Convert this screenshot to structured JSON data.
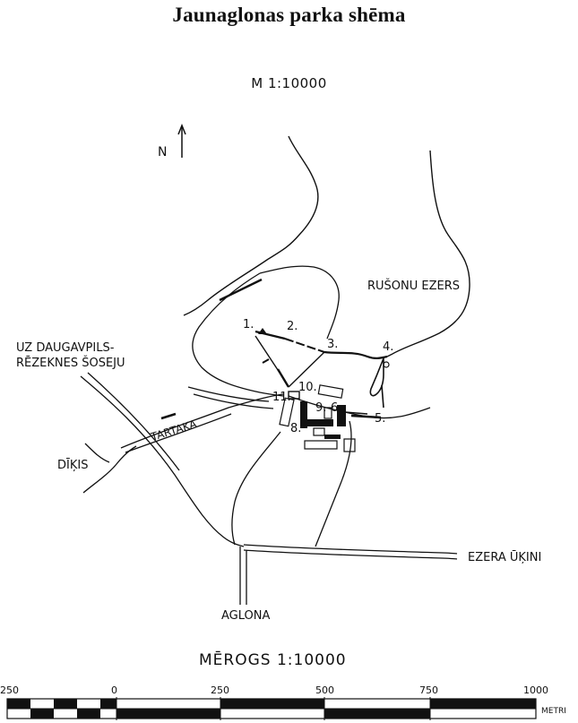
{
  "map": {
    "title": "Jaunaglonas parka shēma",
    "scale_notation": "M 1:10000",
    "north_label": "N",
    "lake_label": "RUŠONU EZERS",
    "road_label_left_line1": "UZ DAUGAVPILS-",
    "road_label_left_line2": "RĒZEKNES ŠOSEJU",
    "place_tartaka": "TARTAKA",
    "place_dikis": "DĪĶIS",
    "place_ezera_ukini": "EZERA ŪĶINI",
    "place_aglona": "AGLONA",
    "points": [
      "1.",
      "2.",
      "3.",
      "4.",
      "5.",
      "6.",
      "8.",
      "9.",
      "10.",
      "11."
    ]
  },
  "scalebar": {
    "caption": "MĒROGS  1:10000",
    "ticks": [
      "250",
      "0",
      "250",
      "500",
      "750",
      "1000"
    ],
    "unit": "METRI"
  }
}
